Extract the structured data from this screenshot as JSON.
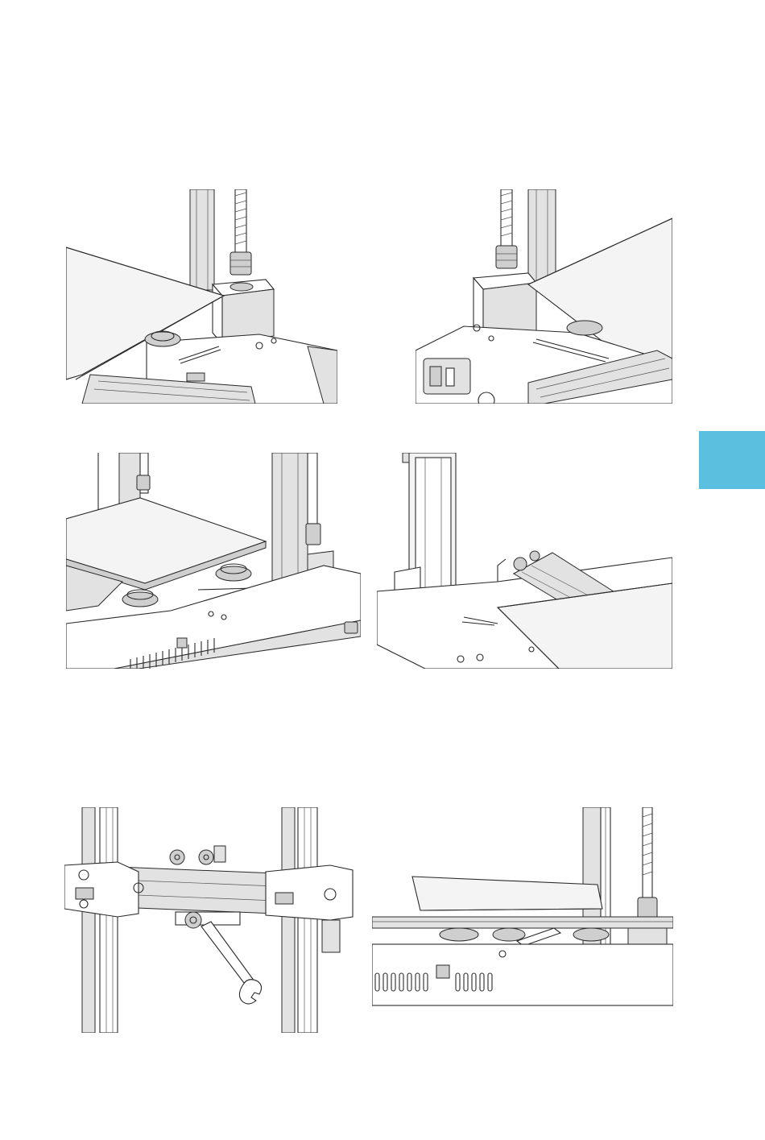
{
  "page": {
    "background": "#ffffff",
    "accent_color": "#5bbfdf"
  },
  "figures": [
    {
      "id": "fig1",
      "icon": "lead-screw-motor-left-illustration"
    },
    {
      "id": "fig2",
      "icon": "lead-screw-motor-right-illustration"
    },
    {
      "id": "fig3",
      "icon": "printer-base-overview-illustration"
    },
    {
      "id": "fig4",
      "icon": "z-limit-switch-illustration"
    },
    {
      "id": "fig5",
      "icon": "x-gantry-wrench-illustration"
    },
    {
      "id": "fig6",
      "icon": "bed-side-view-illustration"
    }
  ]
}
